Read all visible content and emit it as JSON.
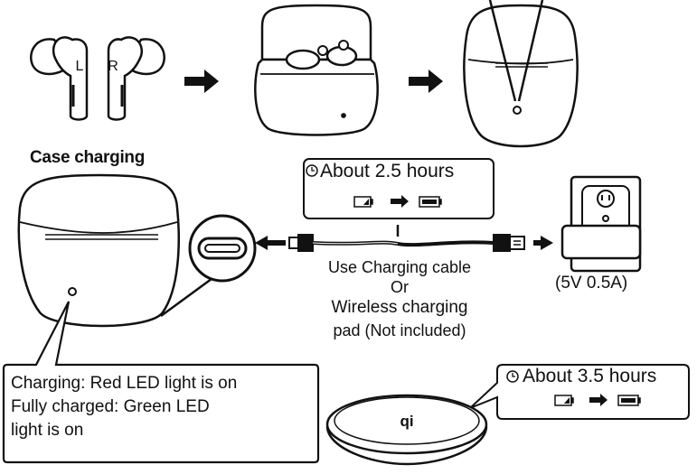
{
  "steps": {
    "earbud_left_mark": "L",
    "earbud_right_mark": "R"
  },
  "case_charging": {
    "title": "Case charging",
    "cable_time": "About 2.5 hours",
    "method_cable": "Use Charging cable",
    "method_or": "Or",
    "method_wireless_line1": "Wireless charging",
    "method_wireless_line2": "pad (Not included)",
    "adapter_spec": "(5V 0.5A)",
    "wireless_time": "About 3.5 hours",
    "wireless_pad_logo": "qi",
    "led_status": [
      "Charging: Red LED light is on",
      "Fully charged: Green  LED",
      "light is on"
    ]
  },
  "colors": {
    "line": "#111111",
    "background": "#ffffff"
  }
}
